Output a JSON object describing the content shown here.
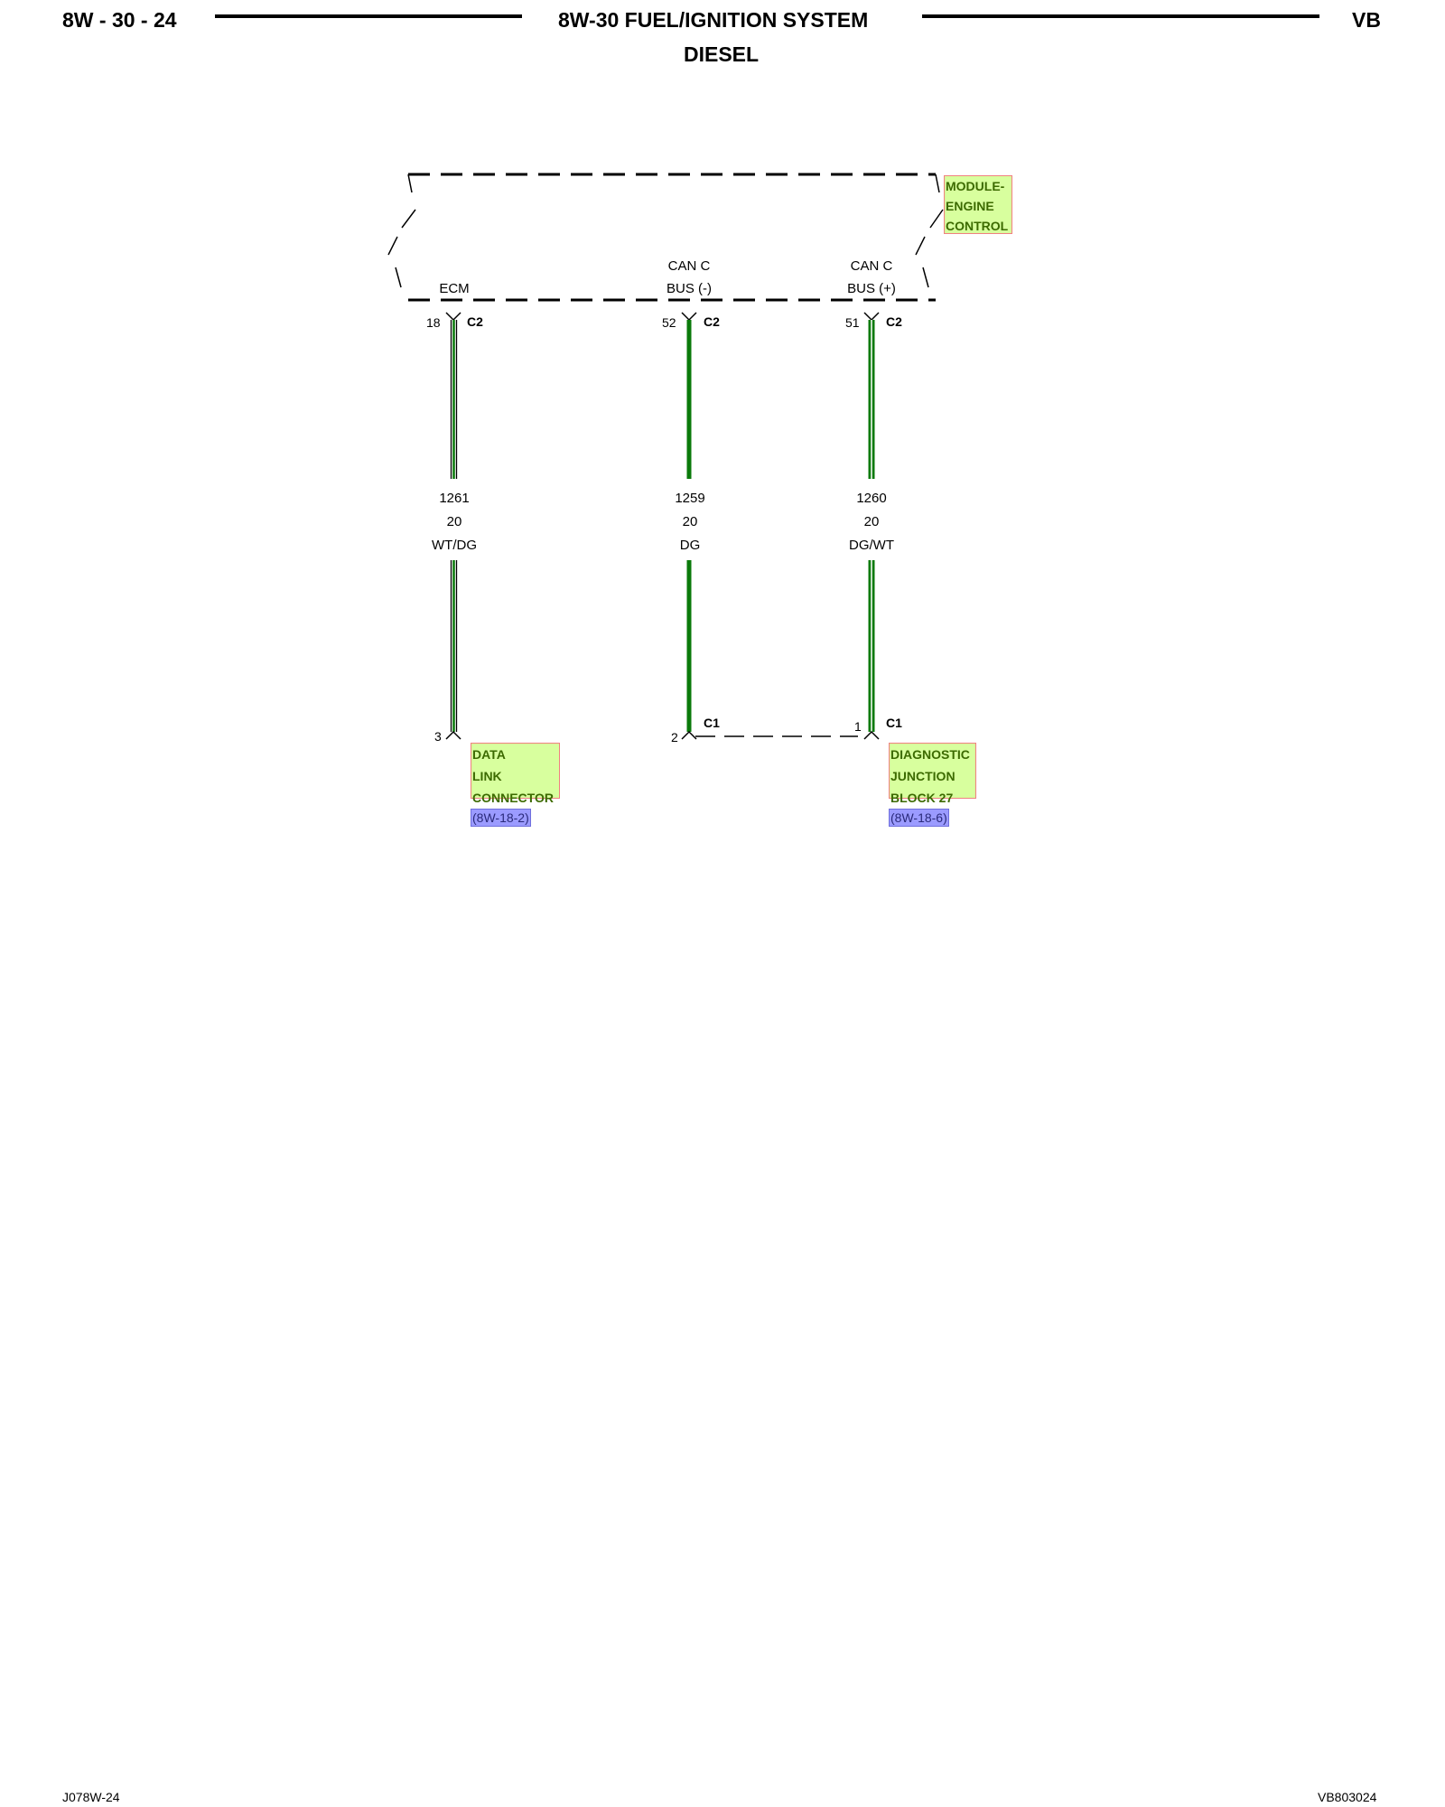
{
  "header": {
    "page_code": "8W - 30 - 24",
    "title": "8W-30 FUEL/IGNITION SYSTEM",
    "subtitle": "DIESEL",
    "model": "VB"
  },
  "footer": {
    "left": "J078W-24",
    "right": "VB803024"
  },
  "module": {
    "name_lines": [
      "MODULE-",
      "ENGINE",
      "CONTROL"
    ],
    "pin_labels": {
      "ecm": [
        "ECM"
      ],
      "can_minus": [
        "CAN C",
        "BUS (-)"
      ],
      "can_plus": [
        "CAN C",
        "BUS (+)"
      ]
    }
  },
  "wires": [
    {
      "top_pin": "18",
      "top_connector": "C2",
      "circuit": "1261",
      "gauge": "20",
      "color_code": "WT/DG",
      "bottom_pin": "3",
      "bottom_connector": ""
    },
    {
      "top_pin": "52",
      "top_connector": "C2",
      "circuit": "1259",
      "gauge": "20",
      "color_code": "DG",
      "bottom_pin": "2",
      "bottom_connector": "C1"
    },
    {
      "top_pin": "51",
      "top_connector": "C2",
      "circuit": "1260",
      "gauge": "20",
      "color_code": "DG/WT",
      "bottom_pin": "1",
      "bottom_connector": "C1"
    }
  ],
  "components": {
    "dlc": {
      "name_lines": [
        "DATA",
        "LINK",
        "CONNECTOR"
      ],
      "ref": "(8W-18-2)"
    },
    "djb": {
      "name_lines": [
        "DIAGNOSTIC",
        "JUNCTION",
        "BLOCK 27"
      ],
      "ref": "(8W-18-6)"
    }
  },
  "colors": {
    "wire_green": "#0a7a0a",
    "tag_fill": "#d8ff9e",
    "tag_border": "#f08080",
    "ref_fill": "#9b9bff"
  }
}
